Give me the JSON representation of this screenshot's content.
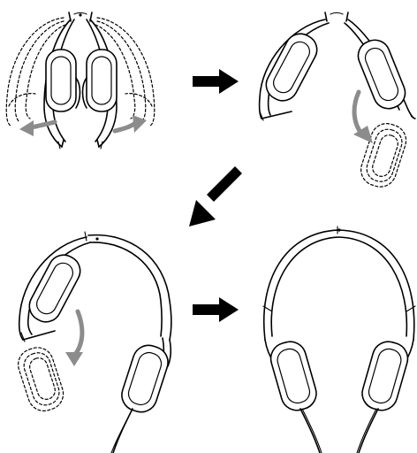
{
  "diagram": {
    "panels": [
      {
        "id": "step-1",
        "icon": "headphones-folded-rotating-out-icon"
      },
      {
        "id": "step-2",
        "icon": "headphones-cups-swinging-down-icon"
      },
      {
        "id": "step-3",
        "icon": "headphones-one-side-unfolded-icon"
      },
      {
        "id": "step-4",
        "icon": "headphones-fully-unfolded-icon"
      }
    ],
    "arrows": [
      {
        "id": "arrow-1-to-2",
        "icon": "arrow-right-icon"
      },
      {
        "id": "arrow-2-to-3",
        "icon": "arrow-down-left-icon"
      },
      {
        "id": "arrow-3-to-4",
        "icon": "arrow-right-icon"
      }
    ],
    "colors": {
      "line": "#000000",
      "rotation_arrow": "#8c8c8c",
      "background": "#ffffff"
    }
  }
}
